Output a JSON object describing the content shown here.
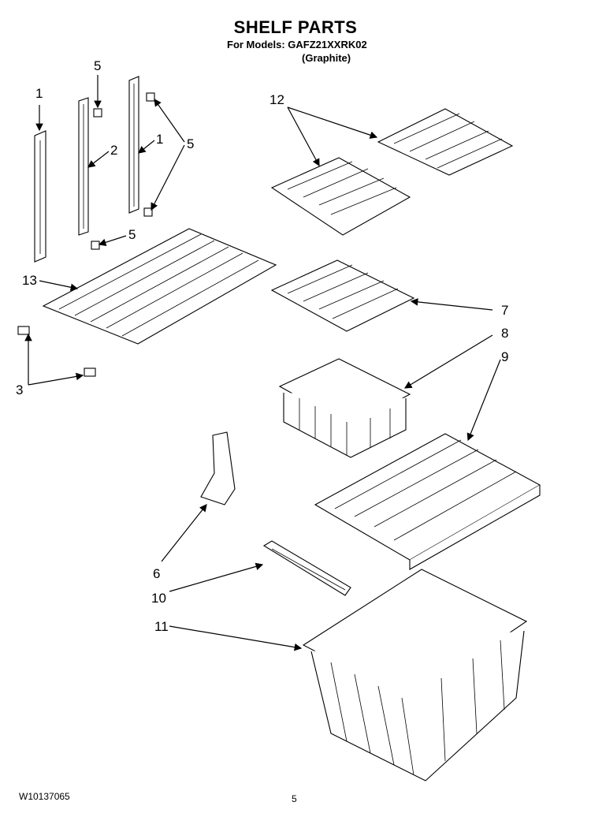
{
  "header": {
    "title": "SHELF PARTS",
    "models_line": "For Models: GAFZ21XXRK02",
    "color_line": "(Graphite)"
  },
  "footer": {
    "doc_number": "W10137065",
    "page_number": "5"
  },
  "callouts": {
    "c1a": "1",
    "c5a": "5",
    "c2": "2",
    "c1b": "1",
    "c5b": "5",
    "c5c": "5",
    "c12": "12",
    "c13": "13",
    "c7": "7",
    "c8": "8",
    "c9": "9",
    "c3": "3",
    "c6": "6",
    "c10": "10",
    "c11": "11"
  }
}
